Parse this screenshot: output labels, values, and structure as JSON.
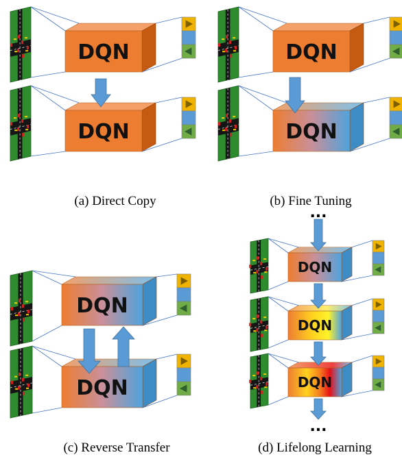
{
  "panels": [
    {
      "id": "a",
      "caption": "(a) Direct Copy",
      "mode": "copy",
      "blocks": [
        {
          "label": "DQN",
          "fill": "orange"
        },
        {
          "label": "DQN",
          "fill": "orange"
        }
      ],
      "arrows": [
        "down"
      ]
    },
    {
      "id": "b",
      "caption": "(b) Fine Tuning",
      "mode": "finetune",
      "blocks": [
        {
          "label": "DQN",
          "fill": "orange"
        },
        {
          "label": "DQN",
          "fill": "gradient-blue"
        }
      ],
      "arrows": [
        "down"
      ]
    },
    {
      "id": "c",
      "caption": "(c) Reverse Transfer",
      "mode": "reverse",
      "blocks": [
        {
          "label": "DQN",
          "fill": "gradient-blue"
        },
        {
          "label": "DQN",
          "fill": "gradient-blue"
        }
      ],
      "arrows": [
        "down",
        "up"
      ]
    },
    {
      "id": "d",
      "caption": "(d) Lifelong Learning",
      "mode": "lifelong",
      "ellipsis_top": "...",
      "ellipsis_bottom": "...",
      "blocks": [
        {
          "label": "DQN",
          "fill": "gradient-blue"
        },
        {
          "label": "DQN",
          "fill": "gradient-yellow"
        },
        {
          "label": "DQN",
          "fill": "gradient-red"
        }
      ],
      "arrows": [
        "down",
        "down",
        "down",
        "down"
      ]
    }
  ],
  "colors": {
    "orange": "#ED7D31",
    "orange_top": "#F4A068",
    "orange_side": "#C55A11",
    "blue": "#4FA3DD",
    "yellow": "#FFEE22",
    "red": "#E8101A",
    "arrow": "#5B9BD5",
    "arrow_edge": "#41719C",
    "grass": "#2E8B2E",
    "line": "#4472C4",
    "action_up": "#F0B400",
    "action_mid": "#5B9BD5",
    "action_down": "#70AD47"
  }
}
